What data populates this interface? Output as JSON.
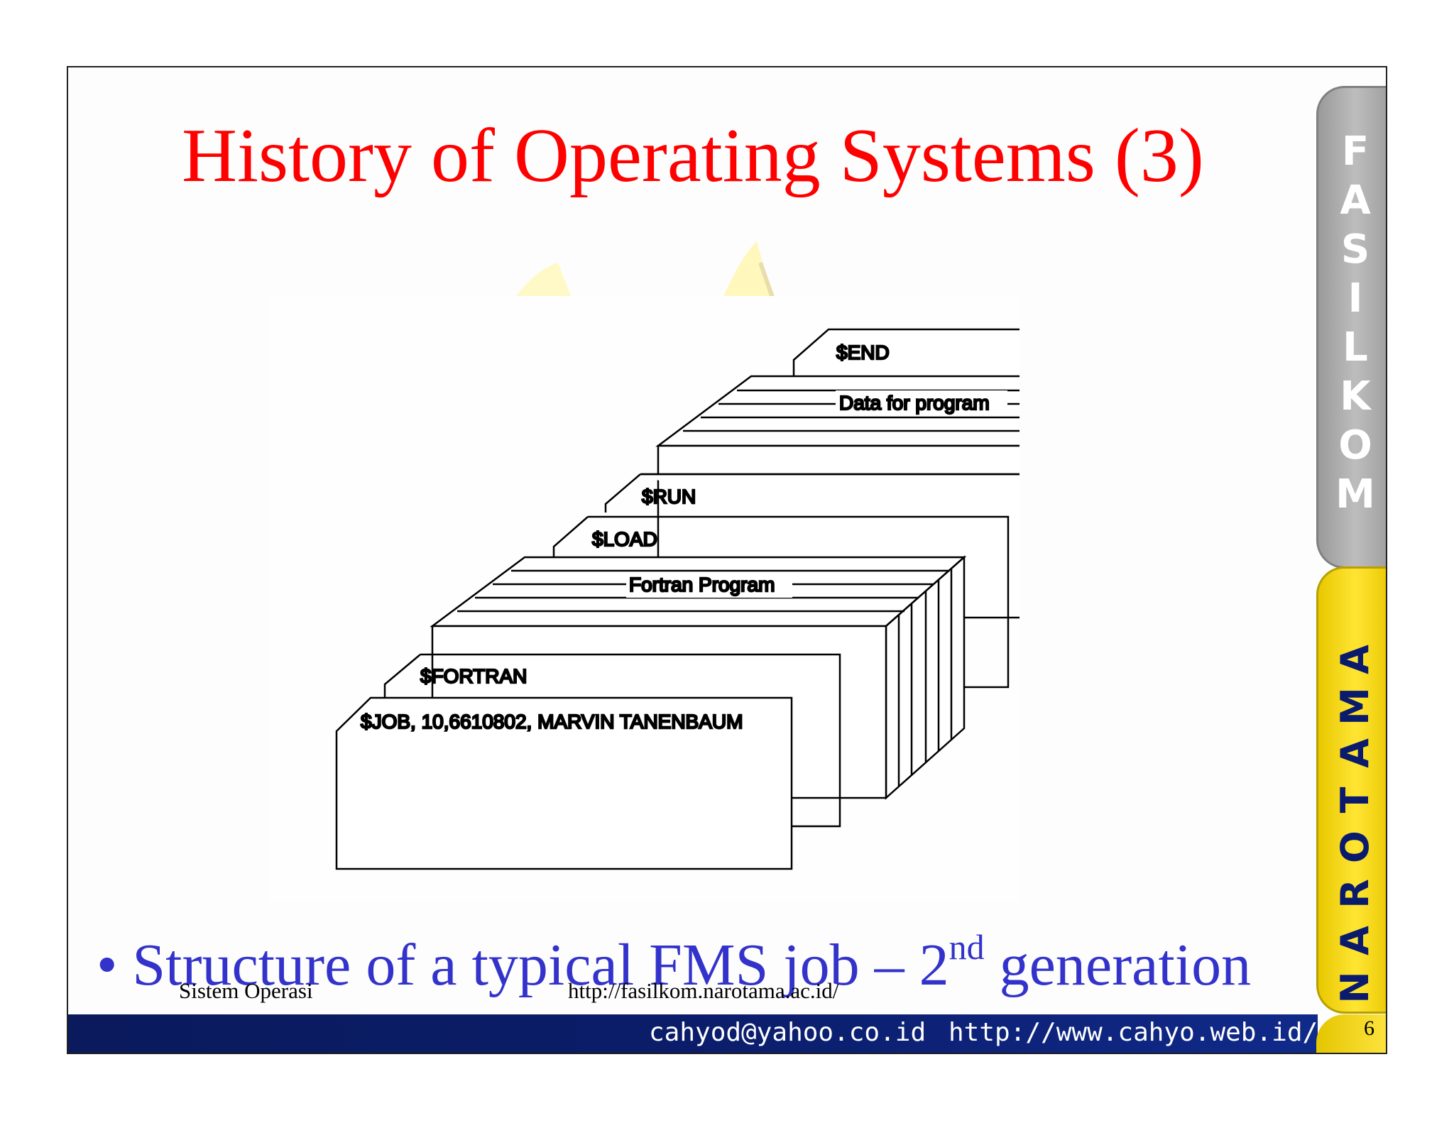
{
  "slide": {
    "title": "History of Operating Systems (3)",
    "bullet_marker": "•",
    "bullet_text_main": "Structure of a typical FMS job – 2",
    "bullet_text_sup": "nd",
    "bullet_text_end": " generation",
    "footer_left": "Sistem Operasi",
    "footer_url": "http://fasilkom.narotama.ac.id/",
    "bar_email": "cahyod@yahoo.co.id",
    "bar_site": "http://www.cahyo.web.id/",
    "page_number": "6",
    "tab_top_letters": [
      "F",
      "A",
      "S",
      "I",
      "L",
      "K",
      "O",
      "M"
    ],
    "tab_bottom_letters": [
      "A",
      "M",
      "A",
      "T",
      "O",
      "R",
      "A",
      "N"
    ]
  },
  "diagram": {
    "cards": [
      {
        "label": "$END"
      },
      {
        "label": "Data for program"
      },
      {
        "label": "$RUN"
      },
      {
        "label": "$LOAD"
      },
      {
        "label": "Fortran Program"
      },
      {
        "label": "$FORTRAN"
      },
      {
        "label": "$JOB, 10,6610802, MARVIN TANENBAUM"
      }
    ]
  },
  "colors": {
    "title": "#ff0000",
    "bullet": "#3333cc",
    "bar": "#0b1d6a",
    "tab_gray": "#a8a8a8",
    "tab_yellow": "#f5d800",
    "tab_text_navy": "#0a1a6c"
  }
}
